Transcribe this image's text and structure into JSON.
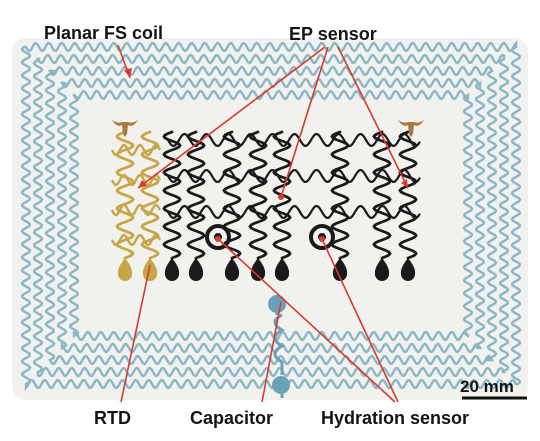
{
  "labels": {
    "planar_fs_coil": "Planar FS coil",
    "ep_sensor": "EP sensor",
    "rtd": "RTD",
    "capacitor": "Capacitor",
    "hydration_sensor": "Hydration sensor",
    "scale_bar": "20 mm"
  },
  "colors": {
    "substrate": "#f1f1ed",
    "coil": "#8ab6c8",
    "electrodes": "#1a1a1a",
    "rtd_gold": "#c7a64a",
    "logo": "#a97942",
    "capacitor": "#6aa0b8",
    "annotation_lines": "#d83a2e"
  },
  "icons": {
    "logo": "longhorn-logo-icon"
  }
}
